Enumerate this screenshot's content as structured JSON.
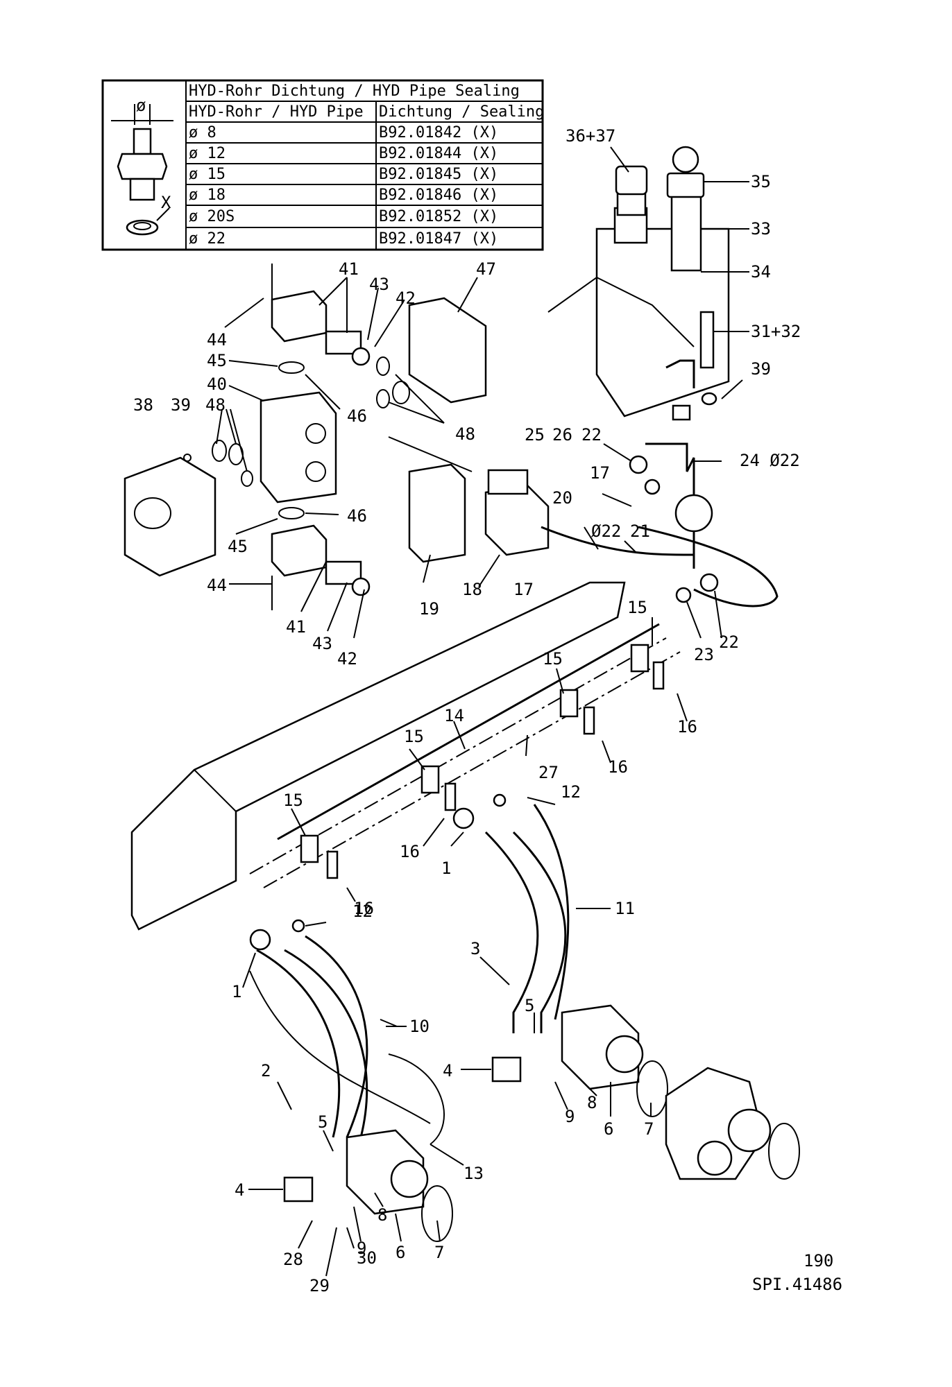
{
  "sealing_table": {
    "title": "HYD-Rohr Dichtung / HYD Pipe Sealing",
    "col_pipe": "HYD-Rohr / HYD Pipe",
    "col_sealing": "Dichtung / Sealing",
    "rows": [
      {
        "pipe": "ø 8",
        "sealing": "B92.01842 (X)"
      },
      {
        "pipe": "ø 12",
        "sealing": "B92.01844 (X)"
      },
      {
        "pipe": "ø 15",
        "sealing": "B92.01845 (X)"
      },
      {
        "pipe": "ø 18",
        "sealing": "B92.01846 (X)"
      },
      {
        "pipe": "ø 20S",
        "sealing": "B92.01852 (X)"
      },
      {
        "pipe": "ø 22",
        "sealing": "B92.01847 (X)"
      }
    ],
    "detail_diameter_label": "ø",
    "detail_seal_label": "X"
  },
  "callouts": {
    "c36_37": "36+37",
    "c35": "35",
    "c33": "33",
    "c34": "34",
    "c31_32": "31+32",
    "c39a": "39",
    "c41a": "41",
    "c43a": "43",
    "c42a": "42",
    "c47": "47",
    "c44a": "44",
    "c45a": "45",
    "c40": "40",
    "c46a": "46",
    "c48a": "48",
    "c38": "38",
    "c39b": "39",
    "c48b": "48",
    "c25": "25",
    "c26": "26",
    "c22a": "22",
    "c24": "24 Ø22",
    "c17a": "17",
    "c46b": "46",
    "c45b": "45",
    "c20": "20",
    "c22d": "Ø22",
    "c21": "21",
    "c44b": "44",
    "c19": "19",
    "c18": "18",
    "c17b": "17",
    "c41b": "41",
    "c43b": "43",
    "c42b": "42",
    "c15a": "15",
    "c23": "23",
    "c22b": "22",
    "c15b": "15",
    "c16a": "16",
    "c14": "14",
    "c15c": "15",
    "c16b": "16",
    "c27": "27",
    "c15d": "15",
    "c12a": "12",
    "c16c": "16",
    "c1a": "1",
    "c16d": "16",
    "c12b": "12",
    "c11": "11",
    "c1b": "1",
    "c3": "3",
    "c5a": "5",
    "c10": "10",
    "c4a": "4",
    "c9a": "9",
    "c8a": "8",
    "c6a": "6",
    "c7a": "7",
    "c2": "2",
    "c5b": "5",
    "c13": "13",
    "c4b": "4",
    "c9b": "9",
    "c8b": "8",
    "c28": "28",
    "c30": "30",
    "c6b": "6",
    "c7b": "7",
    "c29": "29"
  },
  "page_number": "190",
  "drawing_ref": "SPI.41486"
}
